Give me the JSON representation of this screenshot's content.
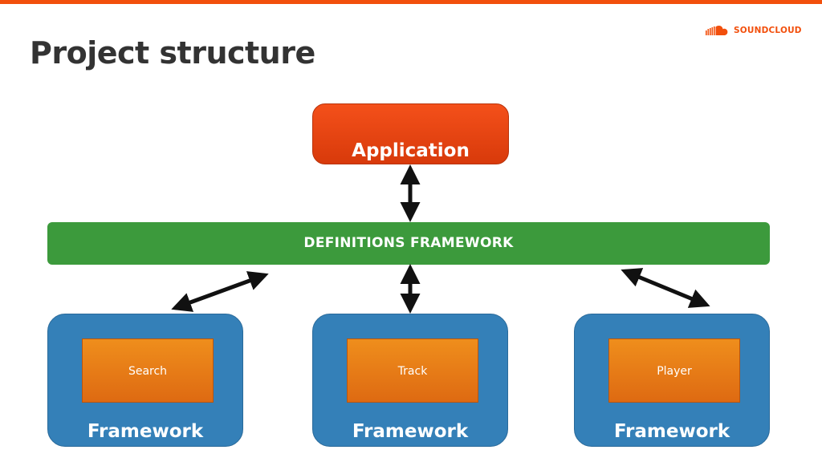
{
  "slide": {
    "title": "Project structure",
    "brand": "SOUNDCLOUD"
  },
  "diagram": {
    "application": "Application",
    "definitions": "DEFINITIONS FRAMEWORK",
    "frameworks": [
      {
        "module": "Search",
        "label": "Framework"
      },
      {
        "module": "Track",
        "label": "Framework"
      },
      {
        "module": "Player",
        "label": "Framework"
      }
    ],
    "connections": [
      {
        "from": "Application",
        "to": "DEFINITIONS FRAMEWORK",
        "type": "bidirectional"
      },
      {
        "from": "Search",
        "to": "DEFINITIONS FRAMEWORK",
        "type": "bidirectional"
      },
      {
        "from": "Track",
        "to": "DEFINITIONS FRAMEWORK",
        "type": "bidirectional"
      },
      {
        "from": "Player",
        "to": "DEFINITIONS FRAMEWORK",
        "type": "bidirectional"
      }
    ]
  },
  "colors": {
    "accent": "#f24f0c",
    "application": "#e0410f",
    "definitions": "#3c9a3c",
    "framework": "#3480b8",
    "module": "#e67a16"
  }
}
